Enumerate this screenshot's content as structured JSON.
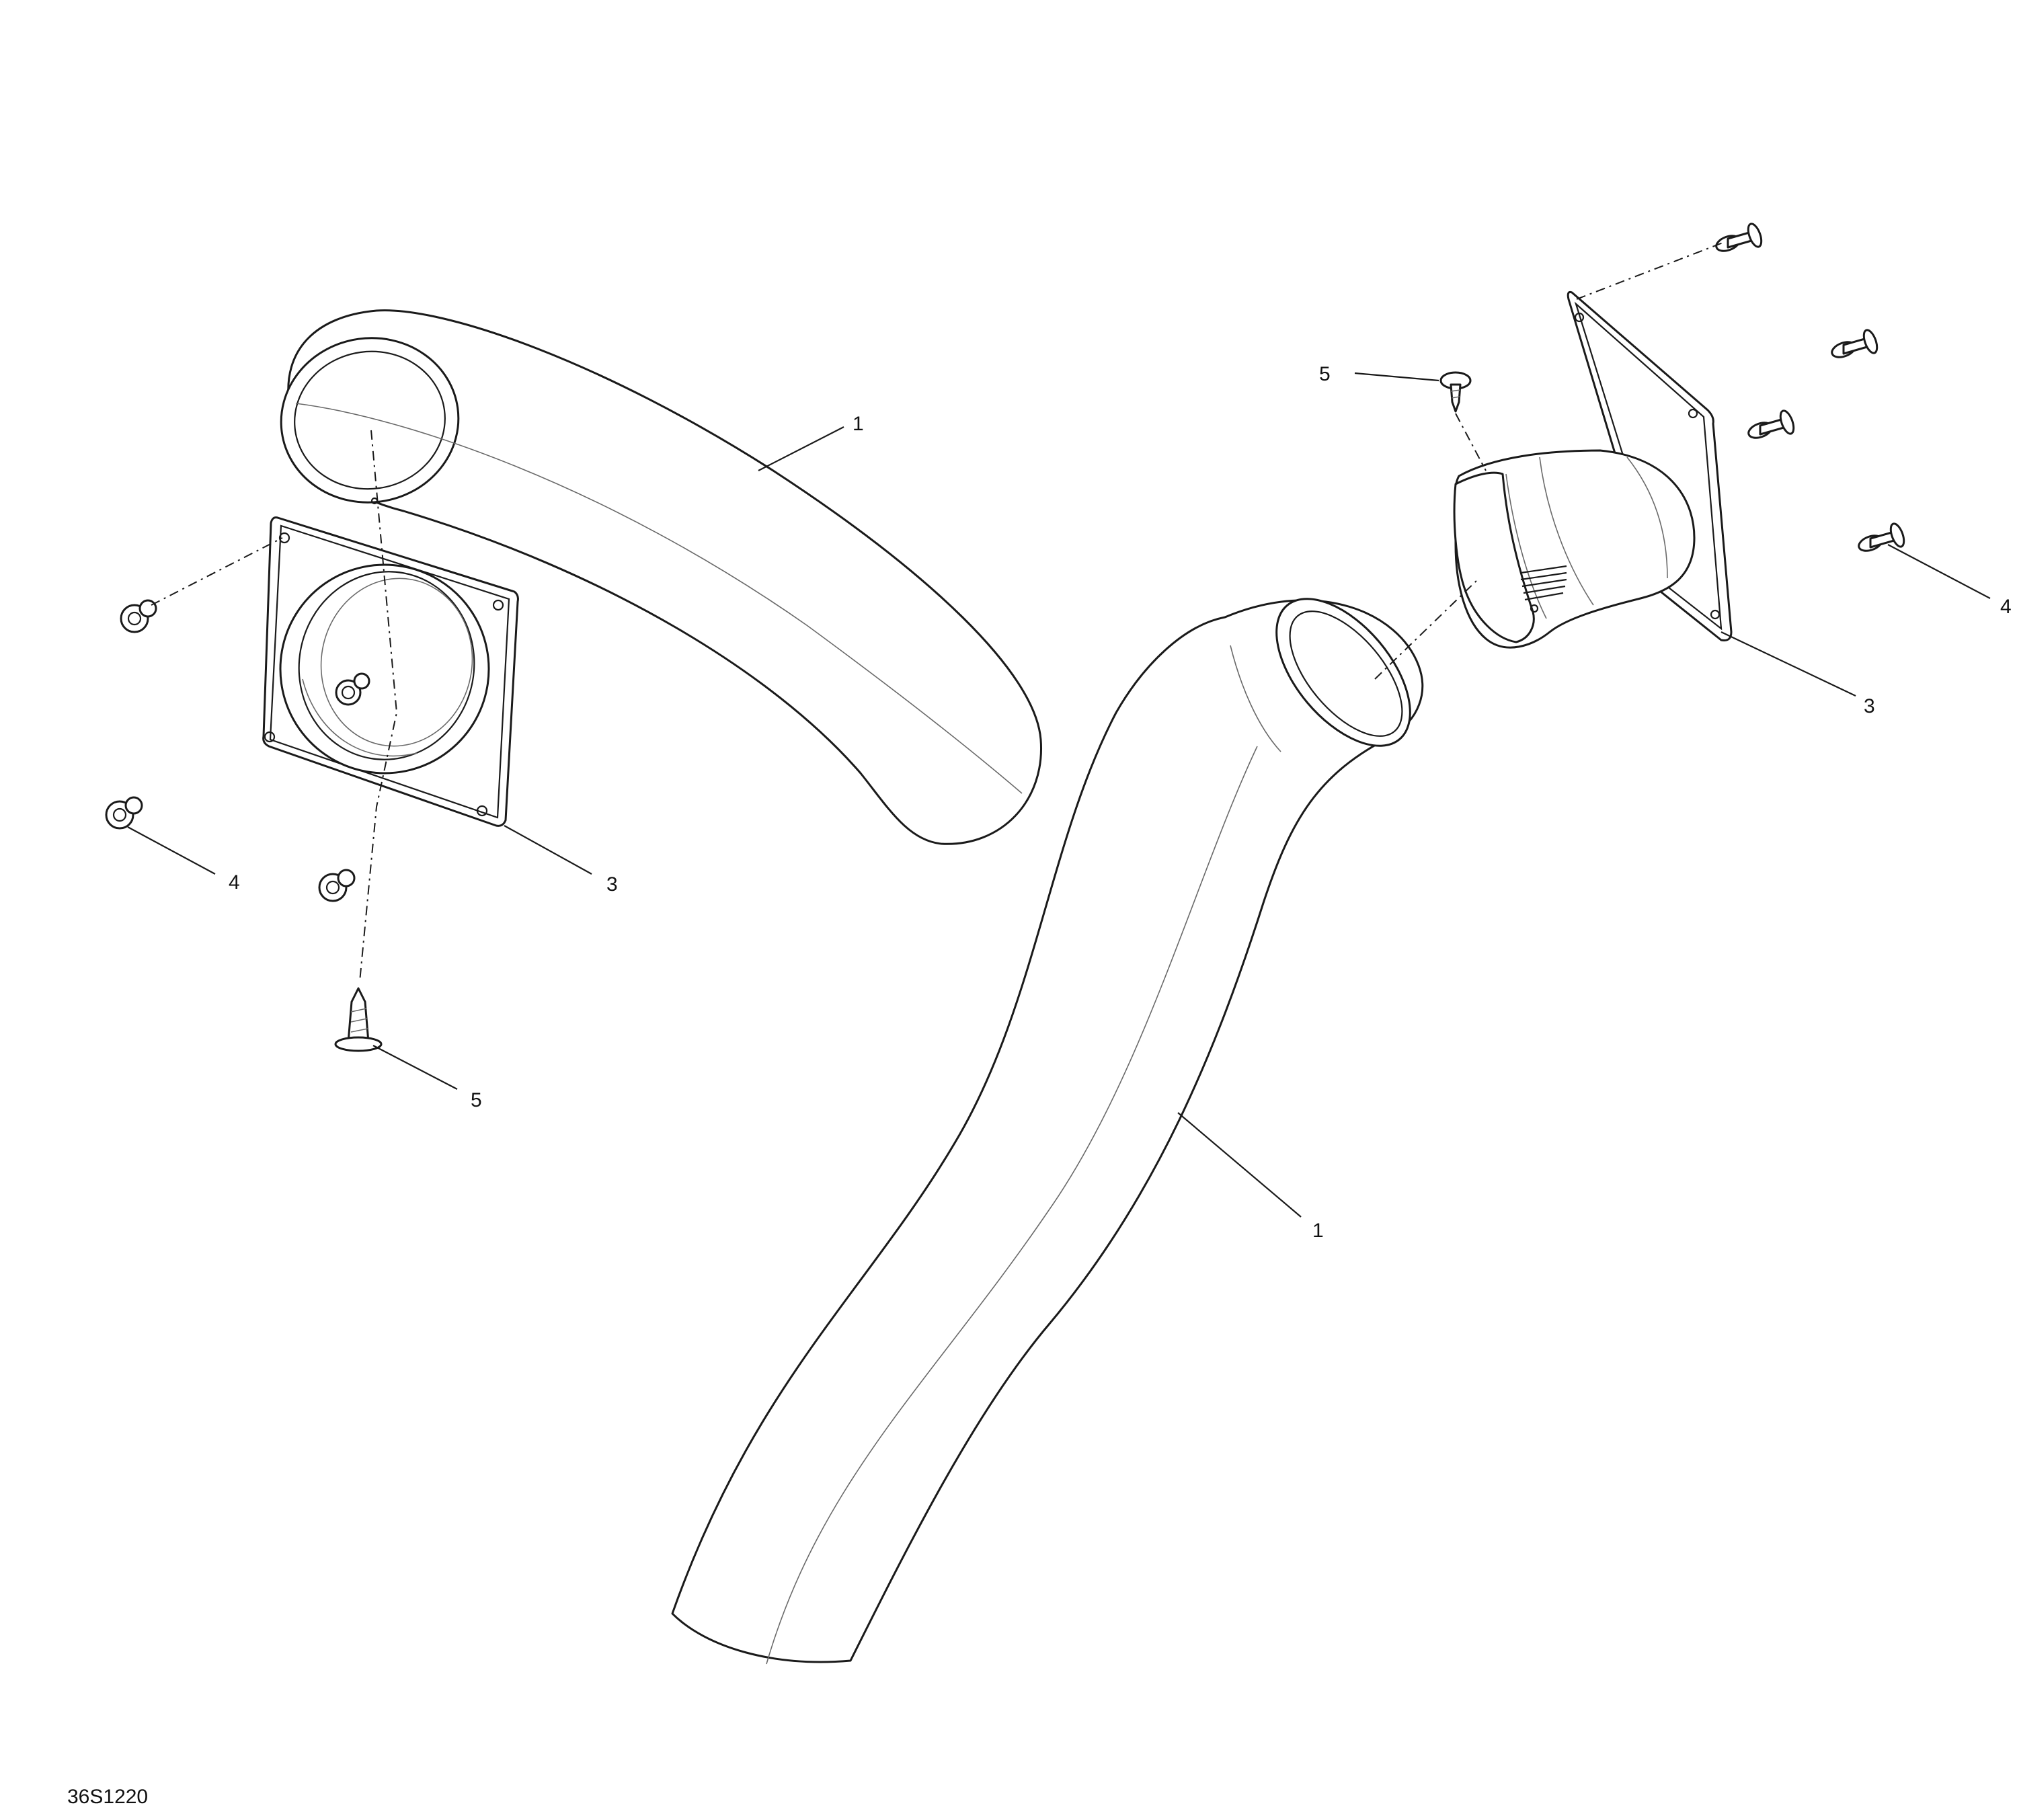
{
  "diagram": {
    "drawing_number": "36S1220",
    "callouts": {
      "tube_left": "1",
      "tube_right": "1",
      "flange_left": "3",
      "flange_right": "3",
      "rivet_left": "4",
      "rivet_right": "4",
      "screw_left": "5",
      "screw_right": "5"
    }
  }
}
